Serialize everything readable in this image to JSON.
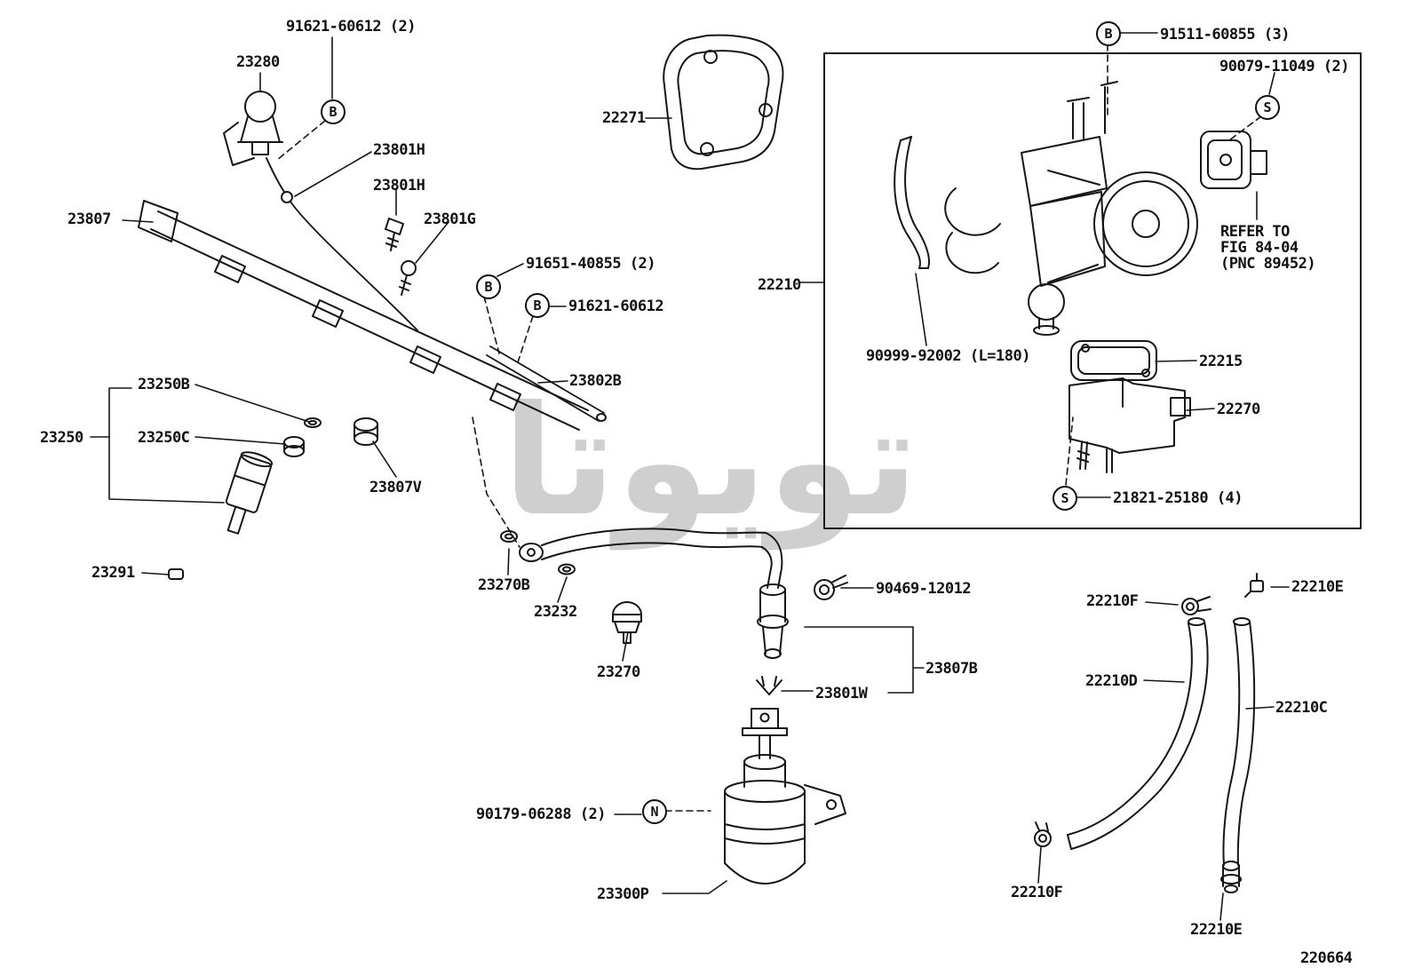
{
  "diagram": {
    "fig_code": "220664",
    "watermark": "تويوتا",
    "markers": {
      "b": "B",
      "s": "S",
      "n": "N"
    },
    "labels": {
      "bolt_91621_top": "91621-60612 (2)",
      "regulator_23280": "23280",
      "clamp_23801h_1": "23801H",
      "clamp_23801h_2": "23801H",
      "pipe_23807": "23807",
      "bolt_23801g": "23801G",
      "bolt_91651": "91651-40855 (2)",
      "bolt_91621_mid": "91621-60612",
      "pipe_23802b": "23802B",
      "oring_23250b": "23250B",
      "injector_23250": "23250",
      "grommet_23250c": "23250C",
      "spacer_23807v": "23807V",
      "insulator_23291": "23291",
      "oring_23270b": "23270B",
      "gasket_23232": "23232",
      "damper_23270": "23270",
      "clamp_90469": "90469-12012",
      "hose_23807b": "23807B",
      "clip_23801w": "23801W",
      "bolt_90179": "90179-06288 (2)",
      "filter_23300p": "23300P",
      "gasket_22271": "22271",
      "bolt_91511": "91511-60855 (3)",
      "screw_90079": "90079-11049 (2)",
      "body_22210": "22210",
      "hose_90999": "90999-92002 (L=180)",
      "gasket_22215": "22215",
      "valve_22270": "22270",
      "refer_line1": "REFER TO",
      "refer_line2": "FIG 84-04",
      "refer_line3": "(PNC 89452)",
      "screw_21821": "21821-25180 (4)",
      "clamp_22210f_1": "22210F",
      "clip_22210e_1": "22210E",
      "hose_22210d": "22210D",
      "hose_22210c": "22210C",
      "clamp_22210f_2": "22210F",
      "clip_22210e_2": "22210E"
    }
  }
}
